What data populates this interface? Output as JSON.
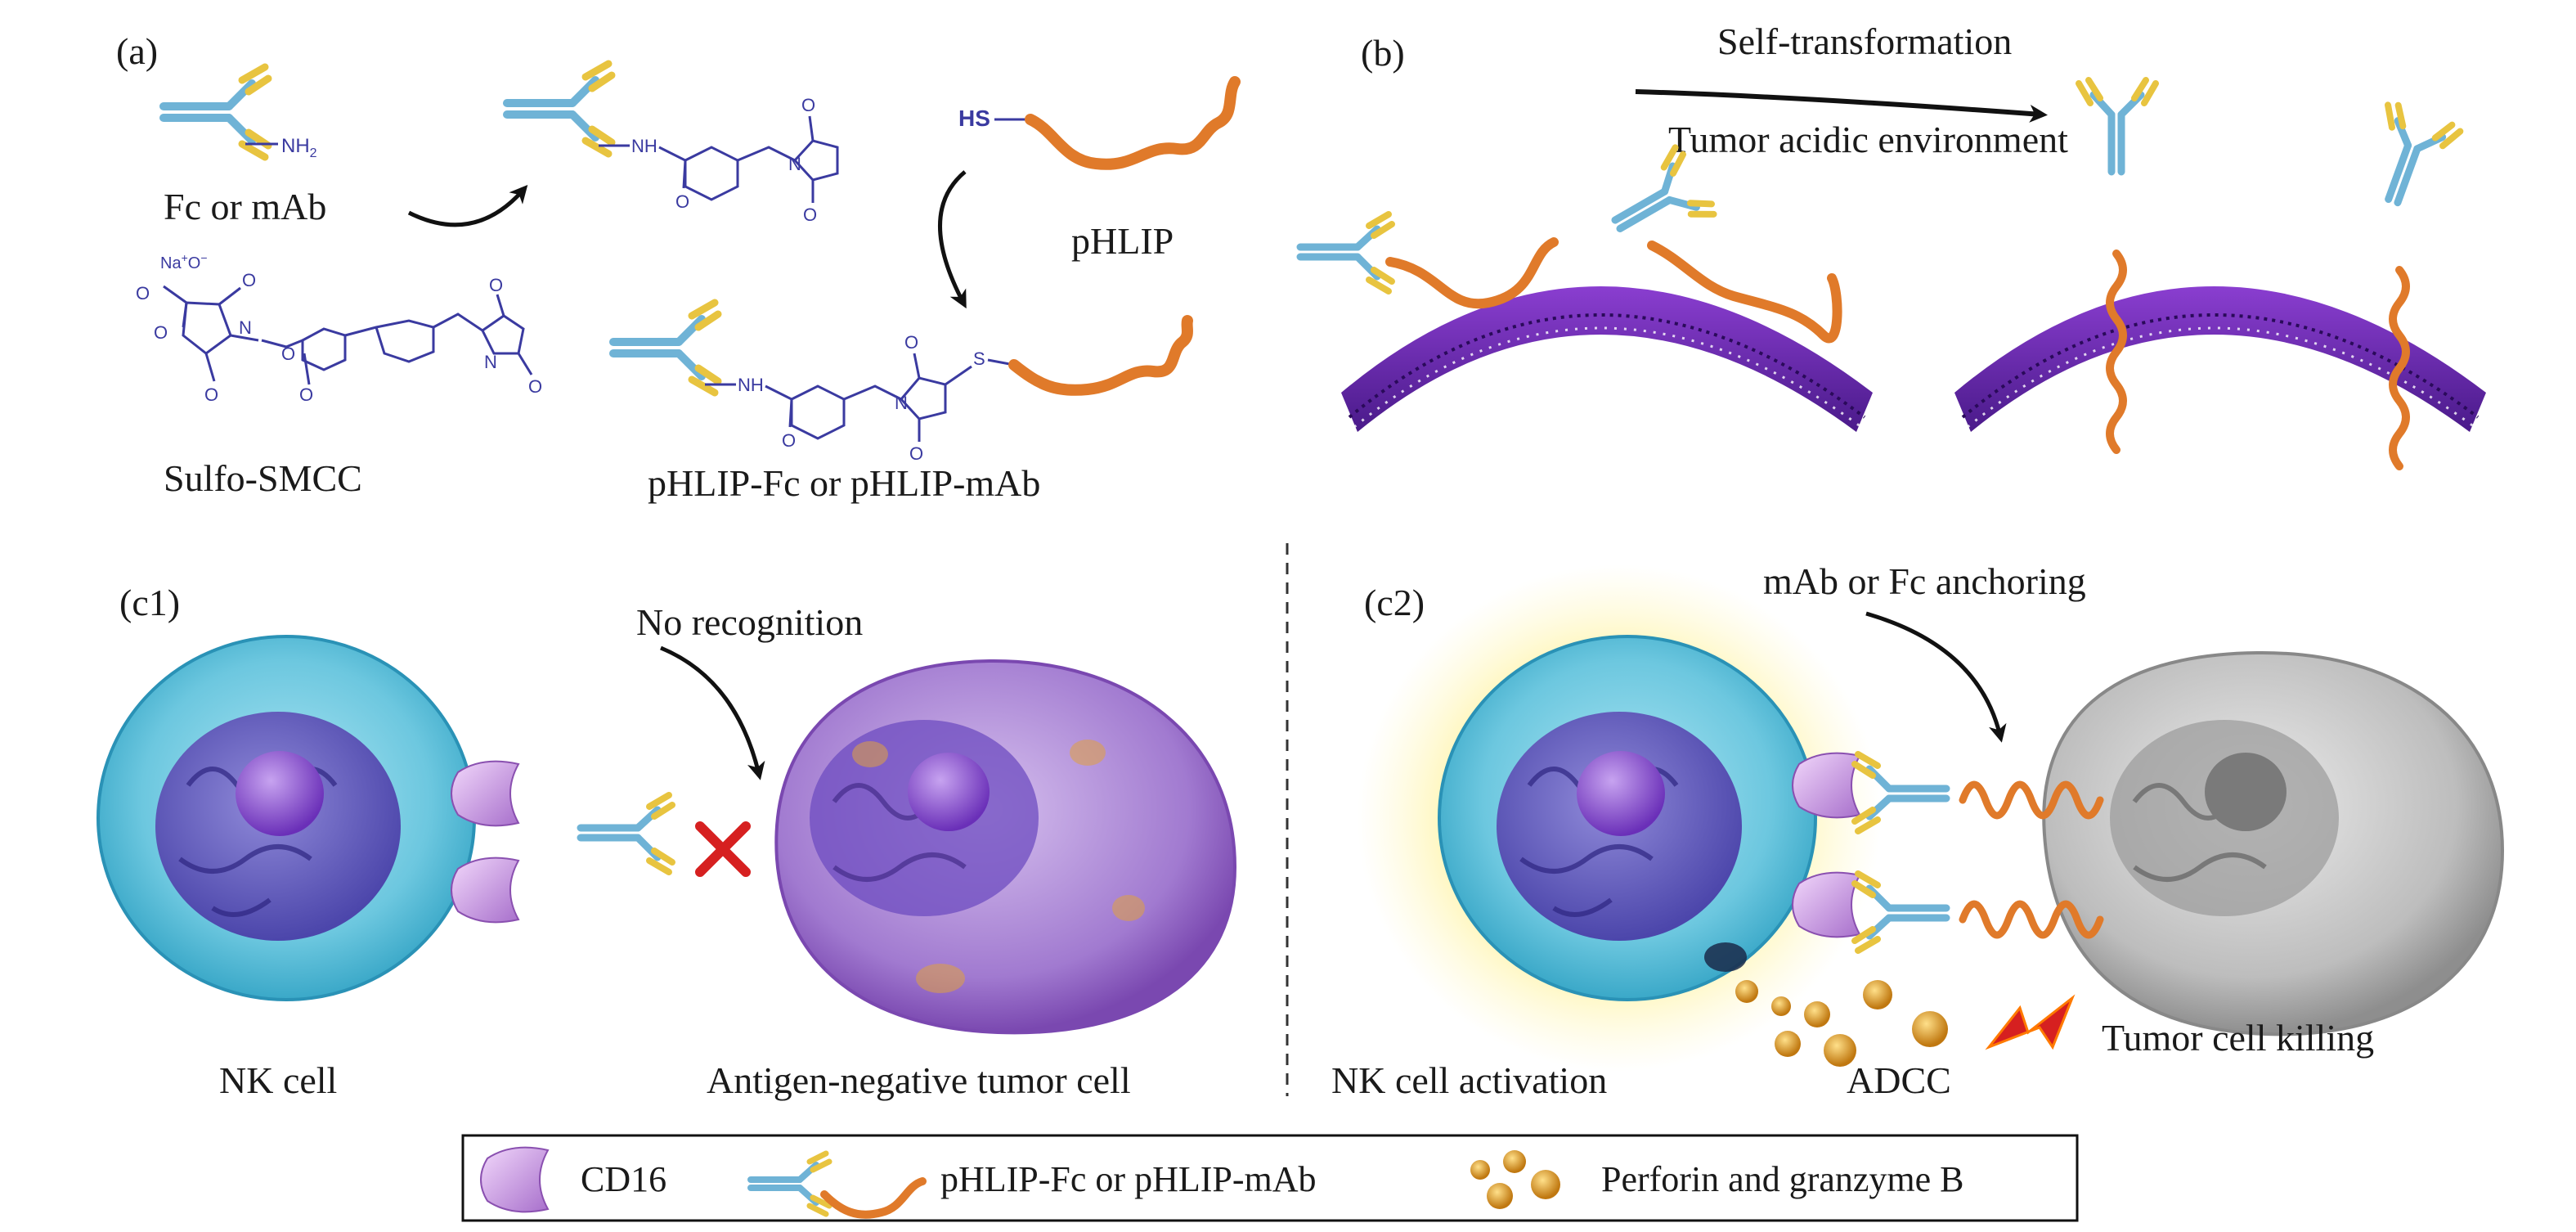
{
  "panel_a": {
    "tag": "(a)",
    "fc_label": "Fc or mAb",
    "nh2": "NH",
    "nh2_sub": "2",
    "sulfo_label": "Sulfo-SMCC",
    "na_label": "Na",
    "na_sup": "+",
    "o_minus": "O",
    "o_minus_sup": "−",
    "hs_label": "HS",
    "s_label": "S",
    "nh_label": "NH",
    "n_label": "N",
    "o_label": "O",
    "phlip_label": "pHLIP",
    "product_label": "pHLIP-Fc or pHLIP-mAb"
  },
  "panel_b": {
    "tag": "(b)",
    "arrow_top": "Self-transformation",
    "arrow_bottom": "Tumor acidic environment"
  },
  "panel_c1": {
    "tag": "(c1)",
    "no_recognition": "No recognition",
    "nk_label": "NK cell",
    "tumor_label": "Antigen-negative tumor cell"
  },
  "panel_c2": {
    "tag": "(c2)",
    "anchoring": "mAb or Fc anchoring",
    "nk_label": "NK cell activation",
    "adcc": "ADCC",
    "killing": "Tumor cell killing"
  },
  "legend": {
    "cd16": "CD16",
    "conjugate": "pHLIP-Fc or pHLIP-mAb",
    "perforin": "Perforin and granzyme B"
  },
  "colors": {
    "antibody_blue": "#6fb3d6",
    "antibody_yellow": "#e8c440",
    "peptide_orange": "#e07a2a",
    "chem_blue": "#3a3aa0",
    "membrane_purple": "#6a2aa8",
    "cd16_pink": "#c89be0",
    "nk_cyan": "#5fc4dc",
    "tumor_purple": "#8e5cc0",
    "tumor_gray": "#a8a8a8",
    "cross_red": "#d62020",
    "granule_gold": "#e0a020"
  }
}
